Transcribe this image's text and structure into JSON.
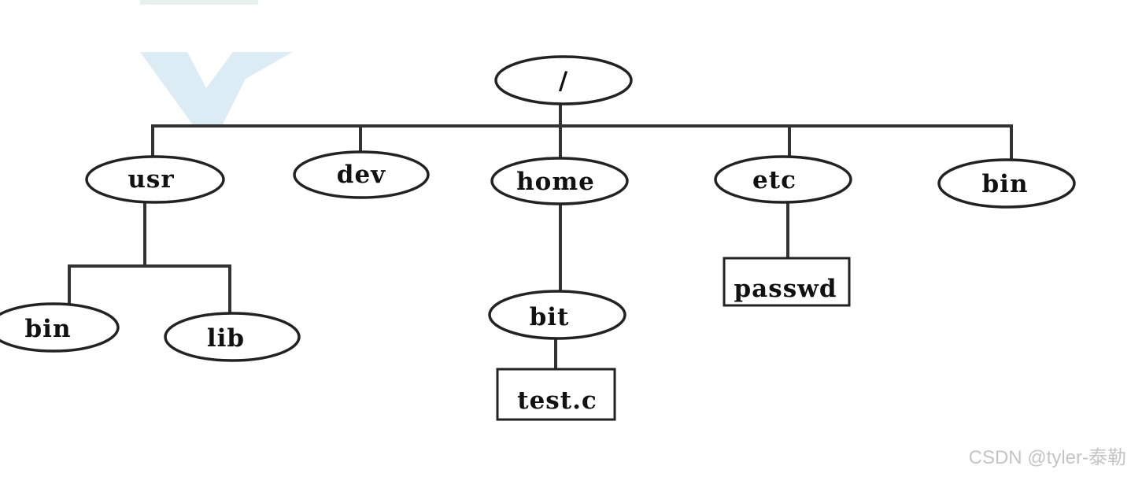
{
  "tree": {
    "root": {
      "label": "/",
      "kind": "directory"
    },
    "children": [
      {
        "label": "usr",
        "kind": "directory",
        "children": [
          {
            "label": "bin",
            "kind": "directory"
          },
          {
            "label": "lib",
            "kind": "directory"
          }
        ]
      },
      {
        "label": "dev",
        "kind": "directory"
      },
      {
        "label": "home",
        "kind": "directory",
        "children": [
          {
            "label": "bit",
            "kind": "directory",
            "children": [
              {
                "label": "test.c",
                "kind": "file"
              }
            ]
          }
        ]
      },
      {
        "label": "etc",
        "kind": "directory",
        "children": [
          {
            "label": "passwd",
            "kind": "file"
          }
        ]
      },
      {
        "label": "bin",
        "kind": "directory"
      }
    ]
  },
  "watermark": {
    "credit": "CSDN @tyler-泰勒"
  },
  "colors": {
    "line": "#333333",
    "node_stroke": "#222222",
    "text": "#111111",
    "watermark_logo": "#dcecf4",
    "credit_text": "#c4c4c4"
  }
}
